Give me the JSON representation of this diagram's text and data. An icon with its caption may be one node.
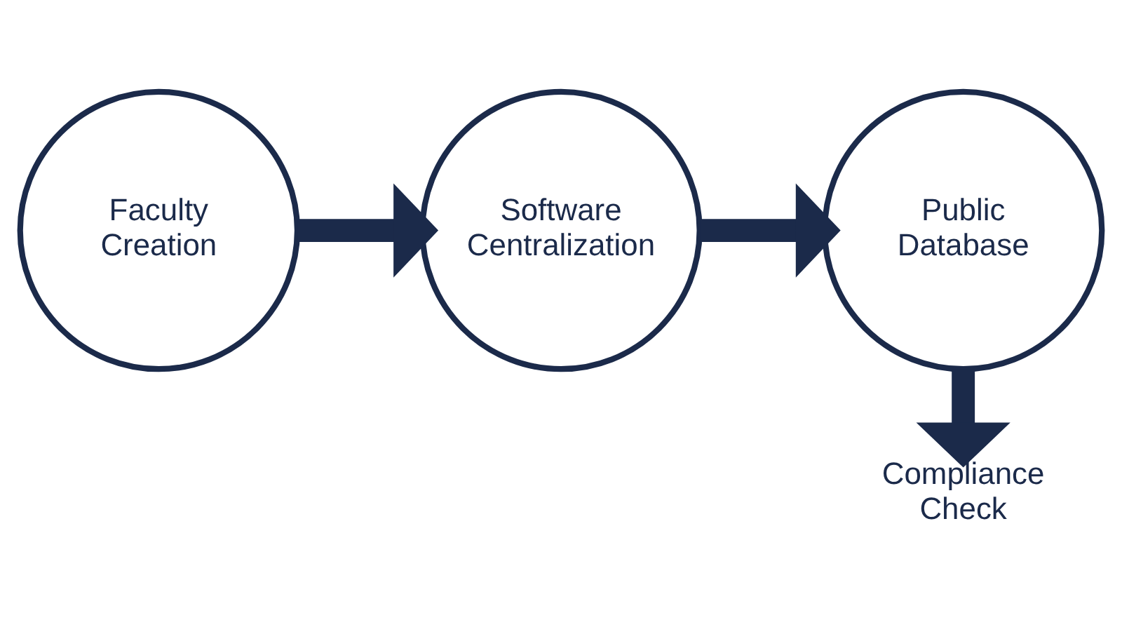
{
  "diagram": {
    "nodes": [
      {
        "text": [
          "Faculty Creation"
        ]
      },
      {
        "text": [
          "Software Centralization"
        ]
      },
      {
        "text": [
          "Public Database"
        ]
      },
      {
        "text": [
          "Compliance Check"
        ]
      }
    ],
    "edges": [
      {
        "from": 0,
        "to": 1,
        "arrow": "to"
      },
      {
        "from": 1,
        "to": 2,
        "arrow": "to"
      },
      {
        "from": 2,
        "to": 3,
        "arrow": "to"
      }
    ]
  }
}
